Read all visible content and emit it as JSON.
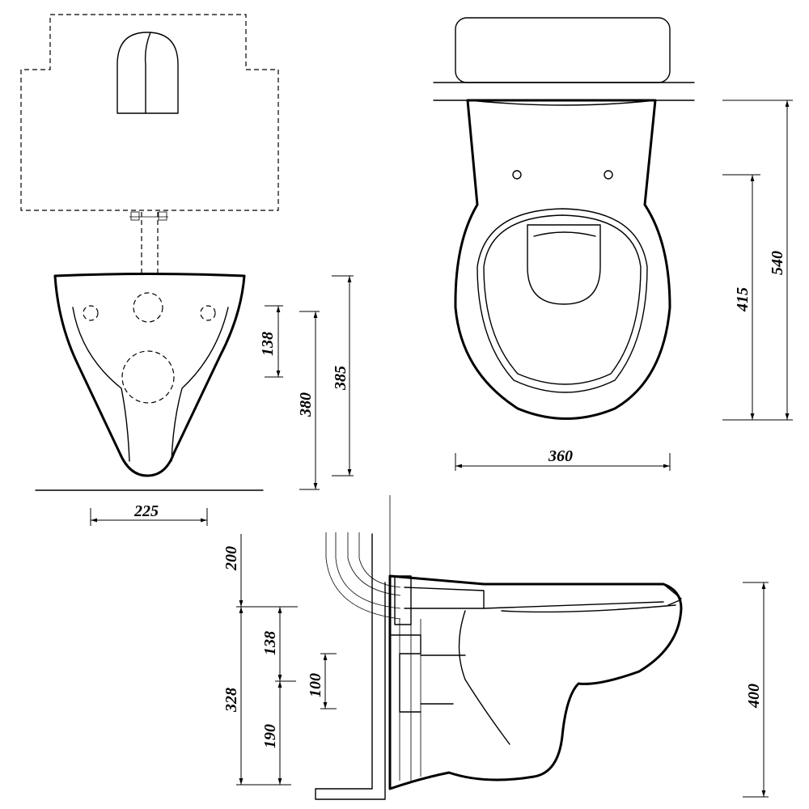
{
  "front_view": {
    "dim_width": "225",
    "dim_hole_spacing": "138",
    "dim_height_380": "380",
    "dim_height_385": "385"
  },
  "top_view": {
    "dim_width": "360",
    "dim_depth_415": "415",
    "dim_depth_540": "540"
  },
  "side_view": {
    "dim_200": "200",
    "dim_328": "328",
    "dim_138": "138",
    "dim_100": "100",
    "dim_190": "190",
    "dim_400": "400"
  }
}
